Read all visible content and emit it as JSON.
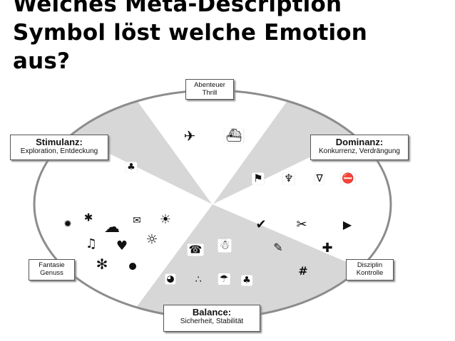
{
  "headline": [
    "Welches Meta-Description",
    "Symbol löst welche Emotion",
    "aus?"
  ],
  "sectors": {
    "abenteuer": {
      "line1": "Abenteuer",
      "line2": "Thrill"
    },
    "stimulanz": {
      "title": "Stimulanz:",
      "sub": "Exploration, Entdeckung"
    },
    "dominanz": {
      "title": "Dominanz:",
      "sub": "Konkurrenz, Verdrängung"
    },
    "fantasie": {
      "line1": "Fantasie",
      "line2": "Genuss"
    },
    "disziplin": {
      "line1": "Disziplin",
      "line2": "Kontrolle"
    },
    "balance": {
      "title": "Balance:",
      "sub": "Sicherheit, Stabilität"
    }
  },
  "symbols": {
    "airplane": "✈",
    "ship": "⛴",
    "clover": "♣",
    "flag": "⚑",
    "trident": "♆",
    "nabla": "∇",
    "no-entry": "⛔",
    "small-sun": "✹",
    "asterisk": "✱",
    "cloud": "☁",
    "envelope": "✉",
    "sun": "☀",
    "music-note": "♫",
    "heart": "♥",
    "sun-outline": "☼",
    "flower-star": "✻",
    "dot": "●",
    "telephone": "☎",
    "snowman": "☃",
    "pie": "◕",
    "therefore": "∴",
    "umbrella": "☂",
    "palm": "♣",
    "check": "✔",
    "scissors": "✂",
    "play": "▶",
    "pencil": "✎",
    "plus": "✚",
    "hash": "#"
  },
  "colors": {
    "sector_gray": "#d7d7d7",
    "sector_white": "#ffffff",
    "border": "#8c8c8c"
  }
}
